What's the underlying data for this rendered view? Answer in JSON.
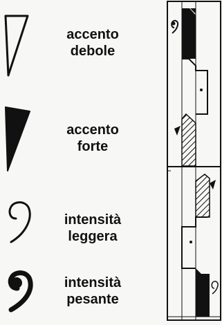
{
  "legend": [
    {
      "symbol": "accent-weak",
      "line1": "accento",
      "line2": "debole"
    },
    {
      "symbol": "accent-strong",
      "line1": "accento",
      "line2": "forte"
    },
    {
      "symbol": "intensity-light",
      "line1": "intensità",
      "line2": "leggera"
    },
    {
      "symbol": "intensity-heavy",
      "line1": "intensità",
      "line2": "pesante"
    }
  ],
  "colors": {
    "ink": "#111111",
    "paper": "#f7f7f5"
  }
}
